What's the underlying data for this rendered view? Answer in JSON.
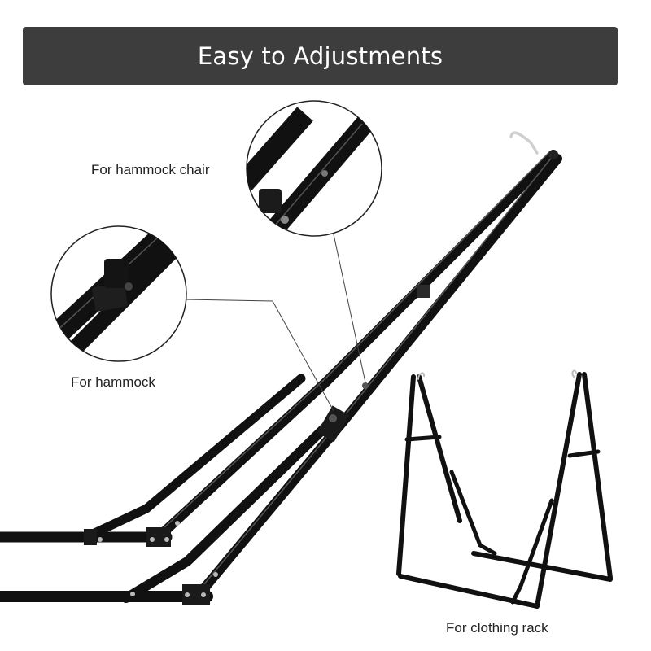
{
  "banner": {
    "title": "Easy to Adjustments",
    "background_color": "#3d3d3d",
    "text_color": "#ffffff"
  },
  "callouts": [
    {
      "label": "For hammock chair"
    },
    {
      "label": "For hammock"
    },
    {
      "label": "For clothing rack"
    }
  ],
  "illustrations": {
    "main_product": "hammock-stand-frame",
    "detail_1": "adjustment-pin-detail-chair",
    "detail_2": "adjustment-clamp-detail-hammock",
    "secondary_product": "clothing-rack-frame",
    "frame_color": "#111111",
    "hook_color": "#cfcfcf"
  }
}
